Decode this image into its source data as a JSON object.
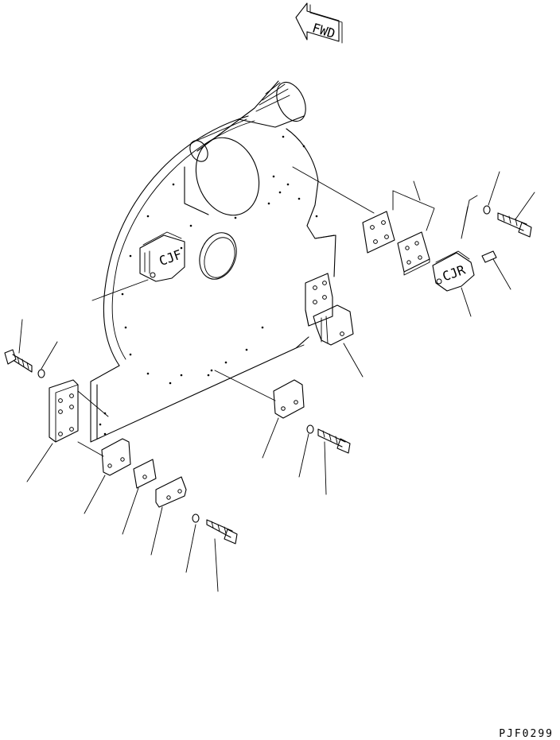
{
  "direction_marker": {
    "label": "FWD"
  },
  "figure_code": "PJF0299",
  "marks": {
    "left_mount": "CJF",
    "right_mount": "CJR"
  }
}
